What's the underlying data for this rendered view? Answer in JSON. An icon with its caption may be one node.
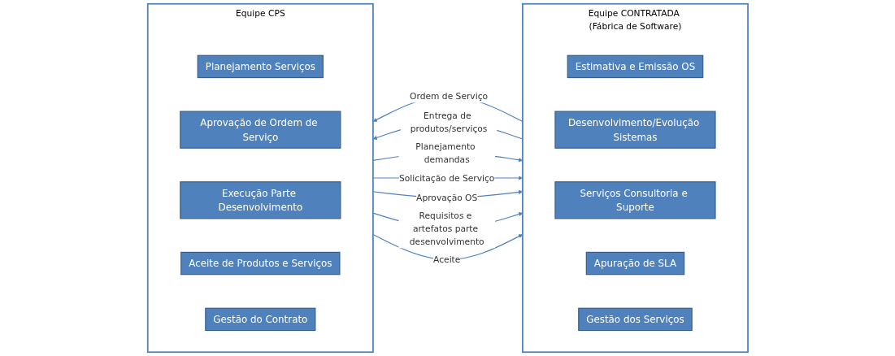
{
  "diagram": {
    "nodes": [
      {
        "text": [
          "Equipe CPS"
        ]
      },
      {
        "text": [
          "Planejamento Serviços"
        ],
        "in": 0
      },
      {
        "text": [
          "Aprovação de Ordem de Serviço"
        ],
        "in": 0
      },
      {
        "text": [
          "Execução Parte Desenvolvimento"
        ],
        "in": 0
      },
      {
        "text": [
          "Aceite de Produtos e Serviços"
        ],
        "in": 0
      },
      {
        "text": [
          "Gestão do Contrato"
        ],
        "in": 0
      },
      {
        "text": [
          "Equipe CONTRATADA (Fábrica de Software)"
        ]
      },
      {
        "text": [
          "Estimativa e Emissão OS"
        ],
        "in": 6
      },
      {
        "text": [
          "Desenvolvimento/Evolução Sistemas"
        ],
        "in": 6
      },
      {
        "text": [
          "Serviços Consultoria e Suporte"
        ],
        "in": 6
      },
      {
        "text": [
          "Apuração de SLA"
        ],
        "in": 6
      },
      {
        "text": [
          "Gestão dos Serviços"
        ],
        "in": 6
      }
    ],
    "edges": [
      {
        "from": 0,
        "to": 6,
        "arrow": "to",
        "label": "Planejamento demandas"
      },
      {
        "from": 0,
        "to": 6,
        "arrow": "to",
        "label": "Solicitação de Serviço"
      },
      {
        "from": 6,
        "to": 0,
        "arrow": "to",
        "label": "Ordem de Serviço"
      },
      {
        "from": 0,
        "to": 6,
        "arrow": "to",
        "label": "Aprovação OS"
      },
      {
        "from": 0,
        "to": 6,
        "arrow": "to",
        "label": "Requisitos e artefatos parte desenvolvimento"
      },
      {
        "from": 6,
        "to": 0,
        "arrow": "to",
        "label": "Entrega de produtos/serviços"
      },
      {
        "from": 0,
        "to": 6,
        "arrow": "to",
        "label": "Aceite"
      }
    ]
  }
}
